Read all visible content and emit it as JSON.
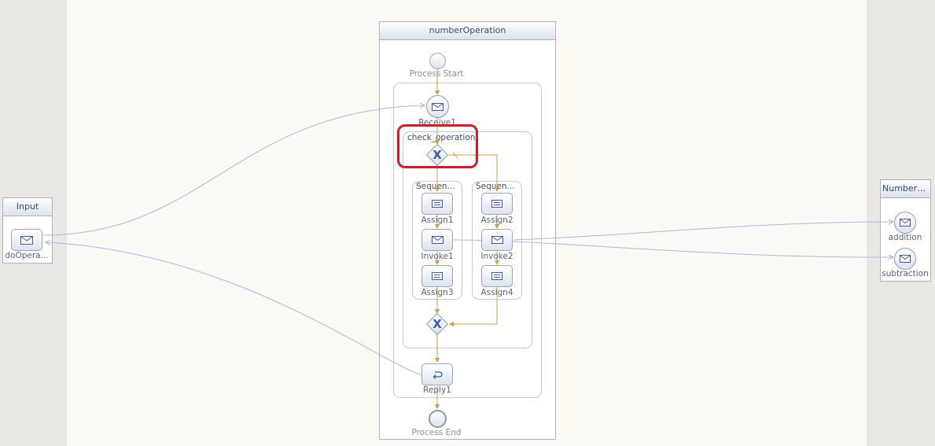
{
  "process": {
    "title": "numberOperation",
    "start_label": "Process Start",
    "end_label": "Process End"
  },
  "input_partner": {
    "title": "Input",
    "operation_label": "doOpera..."
  },
  "number_partner": {
    "title": "NumberS...",
    "operations": [
      "addition",
      "subtraction"
    ]
  },
  "activities": {
    "receive": "Receive1",
    "if_label": "check_operation",
    "seq_left": "Sequen...",
    "seq_right": "Sequen...",
    "assign1": "Assign1",
    "assign2": "Assign2",
    "invoke1": "Invoke1",
    "invoke2": "Invoke2",
    "assign3": "Assign3",
    "assign4": "Assign4",
    "reply": "Reply1"
  },
  "colors": {
    "flow": "#d49a3c",
    "link": "#b5b3d8",
    "highlight": "#cc1e2c",
    "accent": "#3c5aa8"
  }
}
